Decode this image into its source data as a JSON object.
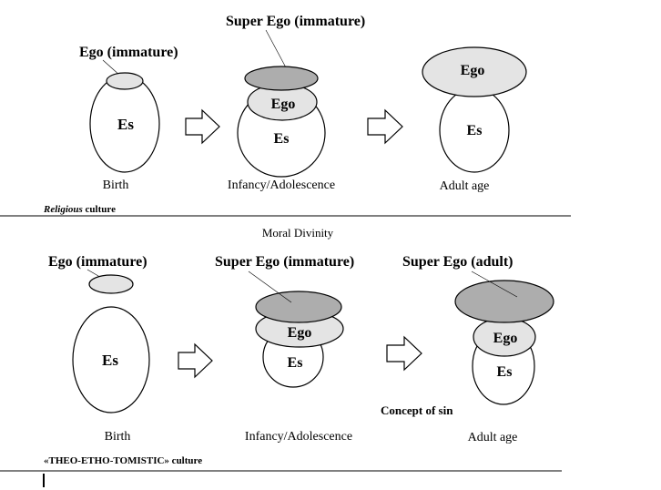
{
  "colors": {
    "ovalLight": "#e4e4e4",
    "ovalDark": "#adadad",
    "stroke": "#000000",
    "background": "#ffffff"
  },
  "top": {
    "labels": {
      "superEgoImmature": "Super Ego (immature)",
      "egoImmature": "Ego (immature)",
      "egoMiddle": "Ego",
      "egoAdult": "Ego",
      "esBirth": "Es",
      "esMiddle": "Es",
      "esAdult": "Es",
      "birth": "Birth",
      "infancy": "Infancy/Adolescence",
      "adultAge": "Adult age",
      "cultureItalic": "Religious",
      "cultureRest": " culture"
    }
  },
  "middle": {
    "moralDivinity": "Moral Divinity"
  },
  "bottom": {
    "labels": {
      "egoImmature": "Ego (immature)",
      "superEgoImmature": "Super Ego (immature)",
      "superEgoAdult": "Super Ego (adult)",
      "egoMiddle": "Ego",
      "egoAdult": "Ego",
      "esBirth": "Es",
      "esMiddle": "Es",
      "esAdult": "Es",
      "conceptOfSin": "Concept of sin",
      "birth": "Birth",
      "infancy": "Infancy/Adolescence",
      "adultAge": "Adult age",
      "culture": "«THEO-ETHO-TOMISTIC» culture"
    }
  }
}
